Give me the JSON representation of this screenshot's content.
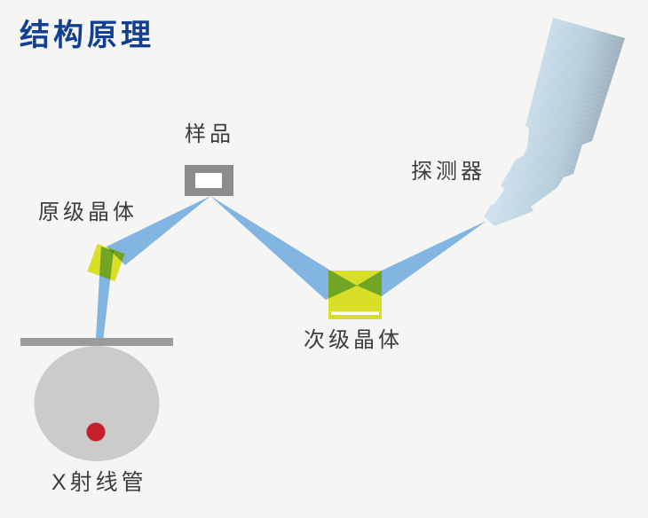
{
  "page": {
    "title": "结构原理",
    "background_color": "#f5f5f4",
    "title_color": "#123f92"
  },
  "labels": {
    "sample": "样品",
    "primary_crystal": "原级晶体",
    "secondary_crystal": "次级晶体",
    "detector": "探测器",
    "xray_tube": "X射线管"
  },
  "colors": {
    "beam_blue": "#87bdec",
    "crystal_yellow": "#d9df28",
    "overlap_green": "#73a525",
    "sample_gray": "#8c8c8c",
    "sample_window_white": "#ffffff",
    "housing_bar_gray": "#9b9b9b",
    "tube_gray": "#cbcbca",
    "focal_spot_red": "#c5202b",
    "aperture_white": "#ffffff",
    "label_text": "#3c3c3c",
    "detector_light": "#d2e4ef",
    "detector_mid": "#b7cedd",
    "detector_dark": "#8b98a4"
  }
}
